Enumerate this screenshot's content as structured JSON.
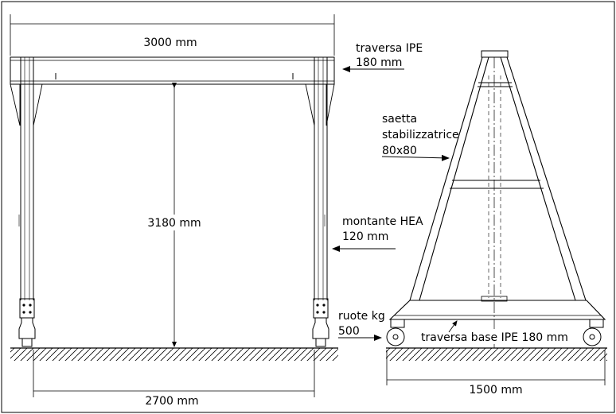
{
  "labels": {
    "width_top": "3000 mm",
    "height": "3180 mm",
    "width_bottom": "2700 mm",
    "base_width": "1500 mm",
    "beam_line1": "traversa IPE",
    "beam_line2": "180 mm",
    "upright_line1": "montante HEA",
    "upright_line2": "120 mm",
    "brace_line1": "saetta",
    "brace_line2": "stabilizzatrice",
    "brace_line3": "80x80",
    "wheels_line1": "ruote kg",
    "wheels_line2": "500",
    "base_beam": "traversa base IPE 180 mm"
  }
}
